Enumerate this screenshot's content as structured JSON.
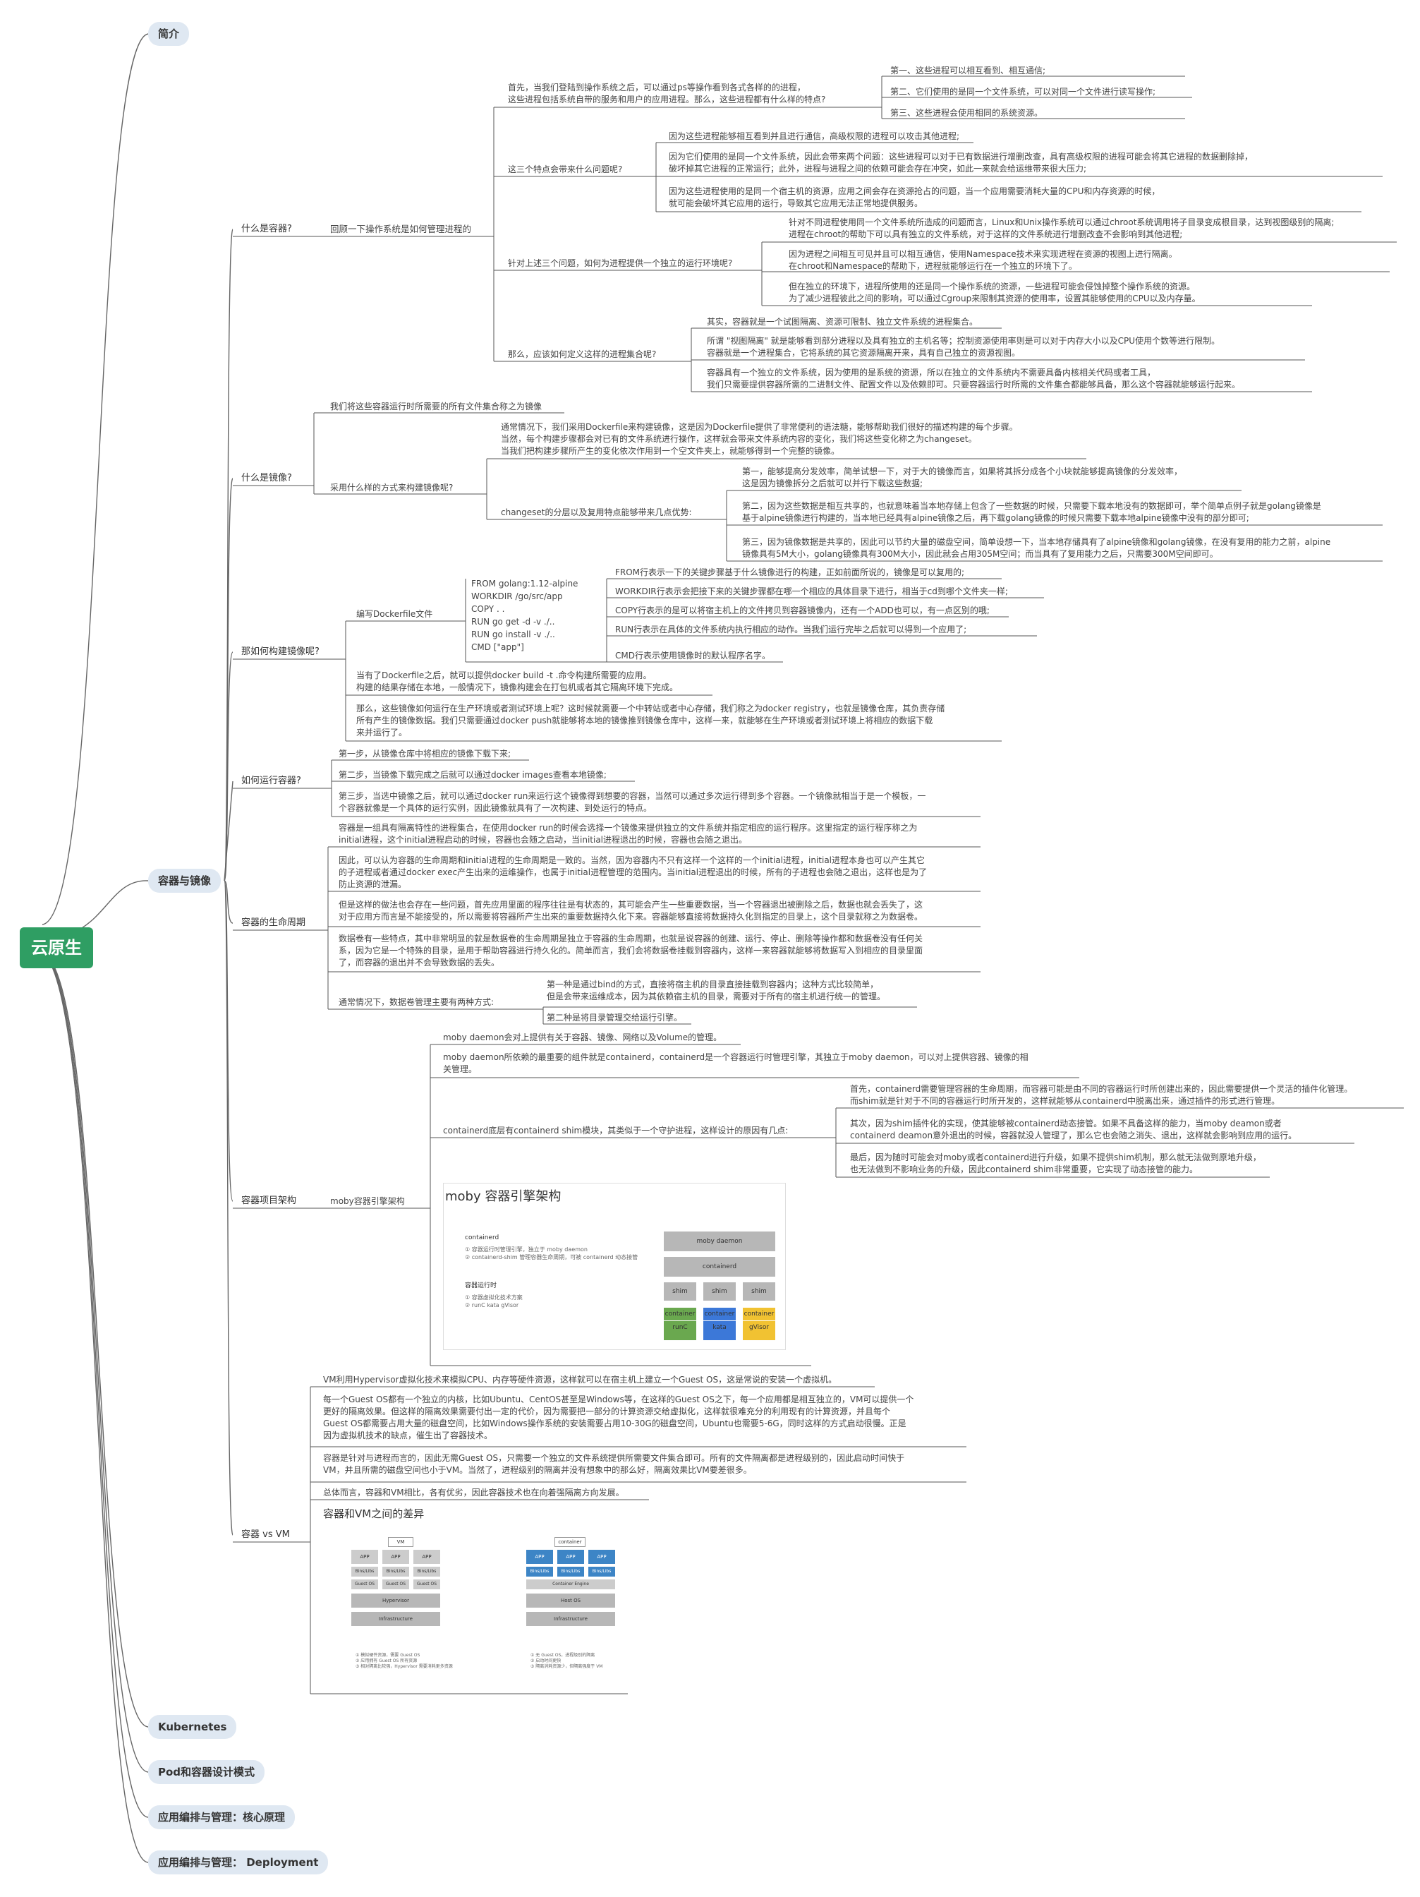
{
  "root": "云原生",
  "level1": {
    "intro": "简介",
    "container_image": "容器与镜像",
    "kubernetes": "Kubernetes",
    "pod": "Pod和容器设计模式",
    "core": "应用编排与管理：核心原理",
    "deployment": "应用编排与管理： Deployment"
  },
  "level2": {
    "what_container": "什么是容器?",
    "what_image": "什么是镜像?",
    "build_image": "那如何构建镜像呢?",
    "run_container": "如何运行容器?",
    "lifecycle": "容器的生命周期",
    "arch": "容器项目架构",
    "vm": "容器 vs VM"
  },
  "container": {
    "review": "回顾一下操作系统是如何管理进程的",
    "q1": "首先，当我们登陆到操作系统之后，可以通过ps等操作看到各式各样的的进程，\n这些进程包括系统自带的服务和用户的应用进程。那么，这些进程都有什么样的特点?",
    "q1_leaves": [
      "第一、这些进程可以相互看到、相互通信;",
      "第二、它们使用的是同一个文件系统，可以对同一个文件进行读写操作;",
      "第三、这些进程会使用相同的系统资源。"
    ],
    "q2": "这三个特点会带来什么问题呢?",
    "q2_leaves": [
      "因为这些进程能够相互看到并且进行通信，高级权限的进程可以攻击其他进程;",
      "因为它们使用的是同一个文件系统，因此会带来两个问题：这些进程可以对于已有数据进行增删改查，具有高级权限的进程可能会将其它进程的数据删除掉，\n破坏掉其它进程的正常运行；此外，进程与进程之间的依赖可能会存在冲突，如此一来就会给运维带来很大压力;",
      "因为这些进程使用的是同一个宿主机的资源，应用之间会存在资源抢占的问题，当一个应用需要消耗大量的CPU和内存资源的时候，\n就可能会破坏其它应用的运行，导致其它应用无法正常地提供服务。"
    ],
    "q3": "针对上述三个问题，如何为进程提供一个独立的运行环境呢?",
    "q3_leaves": [
      "针对不同进程使用同一个文件系统所造成的问题而言，Linux和Unix操作系统可以通过chroot系统调用将子目录变成根目录，达到视图级别的隔离;\n进程在chroot的帮助下可以具有独立的文件系统，对于这样的文件系统进行增删改查不会影响到其他进程;",
      "因为进程之间相互可见并且可以相互通信，使用Namespace技术来实现进程在资源的视图上进行隔离。\n在chroot和Namespace的帮助下，进程就能够运行在一个独立的环境下了。",
      "但在独立的环境下，进程所使用的还是同一个操作系统的资源，一些进程可能会侵蚀掉整个操作系统的资源。\n为了减少进程彼此之间的影响，可以通过Cgroup来限制其资源的使用率，设置其能够使用的CPU以及内存量。"
    ],
    "q4": "那么，应该如何定义这样的进程集合呢?",
    "q4_leaves": [
      "其实，容器就是一个试图隔离、资源可限制、独立文件系统的进程集合。",
      "所谓 \"视图隔离\" 就是能够看到部分进程以及具有独立的主机名等；控制资源使用率则是可以对于内存大小以及CPU使用个数等进行限制。\n容器就是一个进程集合，它将系统的其它资源隔离开来，具有自己独立的资源视图。",
      "容器具有一个独立的文件系统，因为使用的是系统的资源，所以在独立的文件系统内不需要具备内核相关代码或者工具，\n我们只需要提供容器所需的二进制文件、配置文件以及依赖即可。只要容器运行时所需的文件集合都能够具备，那么这个容器就能够运行起来。"
    ]
  },
  "image": {
    "a1": "我们将这些容器运行时所需要的所有文件集合称之为镜像",
    "a2": "采用什么样的方式来构建镜像呢?",
    "a2_text": "通常情况下，我们采用Dockerfile来构建镜像，这是因为Dockerfile提供了非常便利的语法糖，能够帮助我们很好的描述构建的每个步骤。\n当然，每个构建步骤都会对已有的文件系统进行操作，这样就会带来文件系统内容的变化，我们将这些变化称之为changeset。\n当我们把构建步骤所产生的变化依次作用到一个空文件夹上，就能够得到一个完整的镜像。",
    "a3": "changeset的分层以及复用特点能够带来几点优势:",
    "a3_leaves": [
      "第一，能够提高分发效率，简单试想一下，对于大的镜像而言，如果将其拆分成各个小块就能够提高镜像的分发效率，\n这是因为镜像拆分之后就可以并行下载这些数据;",
      "第二，因为这些数据是相互共享的，也就意味着当本地存储上包含了一些数据的时候，只需要下载本地没有的数据即可，举个简单点例子就是golang镜像是\n基于alpine镜像进行构建的，当本地已经具有alpine镜像之后，再下载golang镜像的时候只需要下载本地alpine镜像中没有的部分即可;",
      "第三，因为镜像数据是共享的，因此可以节约大量的磁盘空间，简单设想一下，当本地存储具有了alpine镜像和golang镜像，在没有复用的能力之前，alpine\n镜像具有5M大小，golang镜像具有300M大小，因此就会占用305M空间；而当具有了复用能力之后，只需要300M空间即可。"
    ]
  },
  "build": {
    "b1": "编写Dockerfile文件",
    "code": "FROM golang:1.12-alpine\nWORKDIR /go/src/app\nCOPY . .\nRUN go get -d -v ./..\nRUN go install -v ./..\nCMD [\"app\"]",
    "code_leaves": [
      "FROM行表示一下的关键步骤基于什么镜像进行的构建，正如前面所说的，镜像是可以复用的;",
      "WORKDIR行表示会把接下来的关键步骤都在哪一个相应的具体目录下进行，相当于cd到哪个文件夹一样;",
      "COPY行表示的是可以将宿主机上的文件拷贝到容器镜像内，还有一个ADD也可以，有一点区别的哦;",
      "RUN行表示在具体的文件系统内执行相应的动作。当我们运行完毕之后就可以得到一个应用了;",
      "CMD行表示使用镜像时的默认程序名字。"
    ],
    "b2": "当有了Dockerfile之后，就可以提供docker build -t .命令构建所需要的应用。\n构建的结果存储在本地，一般情况下，镜像构建会在打包机或者其它隔离环境下完成。",
    "b3": "那么，这些镜像如何运行在生产环境或者测试环境上呢？这时候就需要一个中转站或者中心存储，我们称之为docker registry，也就是镜像仓库，其负责存储\n所有产生的镜像数据。我们只需要通过docker push就能够将本地的镜像推到镜像仓库中，这样一来，就能够在生产环境或者测试环境上将相应的数据下载\n来并运行了。"
  },
  "run": [
    "第一步，从镜像仓库中将相应的镜像下载下来;",
    "第二步，当镜像下载完成之后就可以通过docker images查看本地镜像;",
    "第三步，当选中镜像之后，就可以通过docker run来运行这个镜像得到想要的容器，当然可以通过多次运行得到多个容器。一个镜像就相当于是一个模板，一\n个容器就像是一个具体的运行实例，因此镜像就具有了一次构建、到处运行的特点。"
  ],
  "life": {
    "l1": "容器是一组具有隔离特性的进程集合，在使用docker run的时候会选择一个镜像来提供独立的文件系统并指定相应的运行程序。这里指定的运行程序称之为\ninitial进程，这个initial进程启动的时候，容器也会随之启动，当initial进程退出的时候，容器也会随之退出。",
    "l2": "因此，可以认为容器的生命周期和initial进程的生命周期是一致的。当然，因为容器内不只有这样一个这样的一个initial进程，initial进程本身也可以产生其它\n的子进程或者通过docker exec产生出来的运维操作，也属于initial进程管理的范围内。当initial进程退出的时候，所有的子进程也会随之退出，这样也是为了\n防止资源的泄漏。",
    "l3": "但是这样的做法也会存在一些问题，首先应用里面的程序往往是有状态的，其可能会产生一些重要数据，当一个容器退出被删除之后，数据也就会丢失了，这\n对于应用方而言是不能接受的，所以需要将容器所产生出来的重要数据持久化下来。容器能够直接将数据持久化到指定的目录上，这个目录就称之为数据卷。",
    "l4": "数据卷有一些特点，其中非常明显的就是数据卷的生命周期是独立于容器的生命周期，也就是说容器的创建、运行、停止、删除等操作都和数据卷没有任何关\n系，因为它是一个特殊的目录，是用于帮助容器进行持久化的。简单而言，我们会将数据卷挂载到容器内，这样一来容器就能够将数据写入到相应的目录里面\n了，而容器的退出并不会导致数据的丢失。",
    "l5": "通常情况下，数据卷管理主要有两种方式:",
    "l5_leaves": [
      "第一种是通过bind的方式，直接将宿主机的目录直接挂载到容器内；这种方式比较简单，\n但是会带来运维成本，因为其依赖宿主机的目录，需要对于所有的宿主机进行统一的管理。",
      "第二种是将目录管理交给运行引擎。"
    ]
  },
  "arch": {
    "moby": "moby容器引擎架构",
    "a1": "moby daemon会对上提供有关于容器、镜像、网络以及Volume的管理。",
    "a2": "moby daemon所依赖的最重要的组件就是containerd，containerd是一个容器运行时管理引擎，其独立于moby daemon，可以对上提供容器、镜像的相\n关管理。",
    "a3": "containerd底层有containerd shim模块，其类似于一个守护进程，这样设计的原因有几点:",
    "a3_leaves": [
      "首先，containerd需要管理容器的生命周期，而容器可能是由不同的容器运行时所创建出来的，因此需要提供一个灵活的插件化管理。\n而shim就是针对于不同的容器运行时所开发的，这样就能够从containerd中脱离出来，通过插件的形式进行管理。",
      "其次，因为shim插件化的实现，使其能够被containerd动态接管。如果不具备这样的能力，当moby deamon或者\ncontainerd deamon意外退出的时候，容器就没人管理了，那么它也会随之消失、退出，这样就会影响到应用的运行。",
      "最后，因为随时可能会对moby或者containerd进行升级，如果不提供shim机制，那么就无法做到原地升级，\n也无法做到不影响业务的升级，因此containerd shim非常重要，它实现了动态接管的能力。"
    ],
    "fig": {
      "title": "moby 容器引擎架构",
      "c_label": "containerd",
      "c_notes": "① 容器运行时管理引擎，独立于 moby daemon\n② containerd-shim 管理容器生命周期，可被 containerd 动态接管",
      "r_label": "容器运行时",
      "r_notes": "① 容器虚拟化技术方案\n② runC kata gVisor",
      "moby_daemon": "moby daemon",
      "containerd": "containerd",
      "shim": "shim",
      "container": "container",
      "runtimes": [
        "runC",
        "kata",
        "gVisor"
      ],
      "colors": [
        "#6aa84f",
        "#3c78d8",
        "#f1c232"
      ]
    }
  },
  "vm": {
    "v1": "VM利用Hypervisor虚拟化技术来模拟CPU、内存等硬件资源，这样就可以在宿主机上建立一个Guest OS，这是常说的安装一个虚拟机。",
    "v2": "每一个Guest OS都有一个独立的内核，比如Ubuntu、CentOS甚至是Windows等，在这样的Guest OS之下，每一个应用都是相互独立的，VM可以提供一个\n更好的隔离效果。但这样的隔离效果需要付出一定的代价，因为需要把一部分的计算资源交给虚拟化，这样就很难充分的利用现有的计算资源，并且每个\nGuest OS都需要占用大量的磁盘空间，比如Windows操作系统的安装需要占用10-30G的磁盘空间，Ubuntu也需要5-6G，同时这样的方式启动很慢。正是\n因为虚拟机技术的缺点，催生出了容器技术。",
    "v3": "容器是针对与进程而言的，因此无需Guest OS，只需要一个独立的文件系统提供所需要文件集合即可。所有的文件隔离都是进程级别的，因此启动时间快于\nVM，并且所需的磁盘空间也小于VM。当然了，进程级别的隔离并没有想象中的那么好，隔离效果比VM要差很多。",
    "v4": "总体而言，容器和VM相比，各有优劣，因此容器技术也在向着强隔离方向发展。",
    "fig": {
      "title": "容器和VM之间的差异",
      "vm": "VM",
      "container": "container",
      "app": "APP",
      "bins": "Bins/Libs",
      "guest": "Guest OS",
      "hyper": "Hypervisor",
      "infra": "Infrastructure",
      "engine": "Container Engine",
      "host": "Host OS",
      "vm_notes": "① 模拟硬件资源，需要 Guest OS\n② 应用拥有 Guest OS 所有资源\n③ 相对隔离比较强，Hypervisor 需要消耗更多资源",
      "ct_notes": "① 无 Guest OS，进程级别的隔离\n② 启动时间更快\n③ 隔离消耗资源少，但隔离强度于 VM"
    }
  }
}
